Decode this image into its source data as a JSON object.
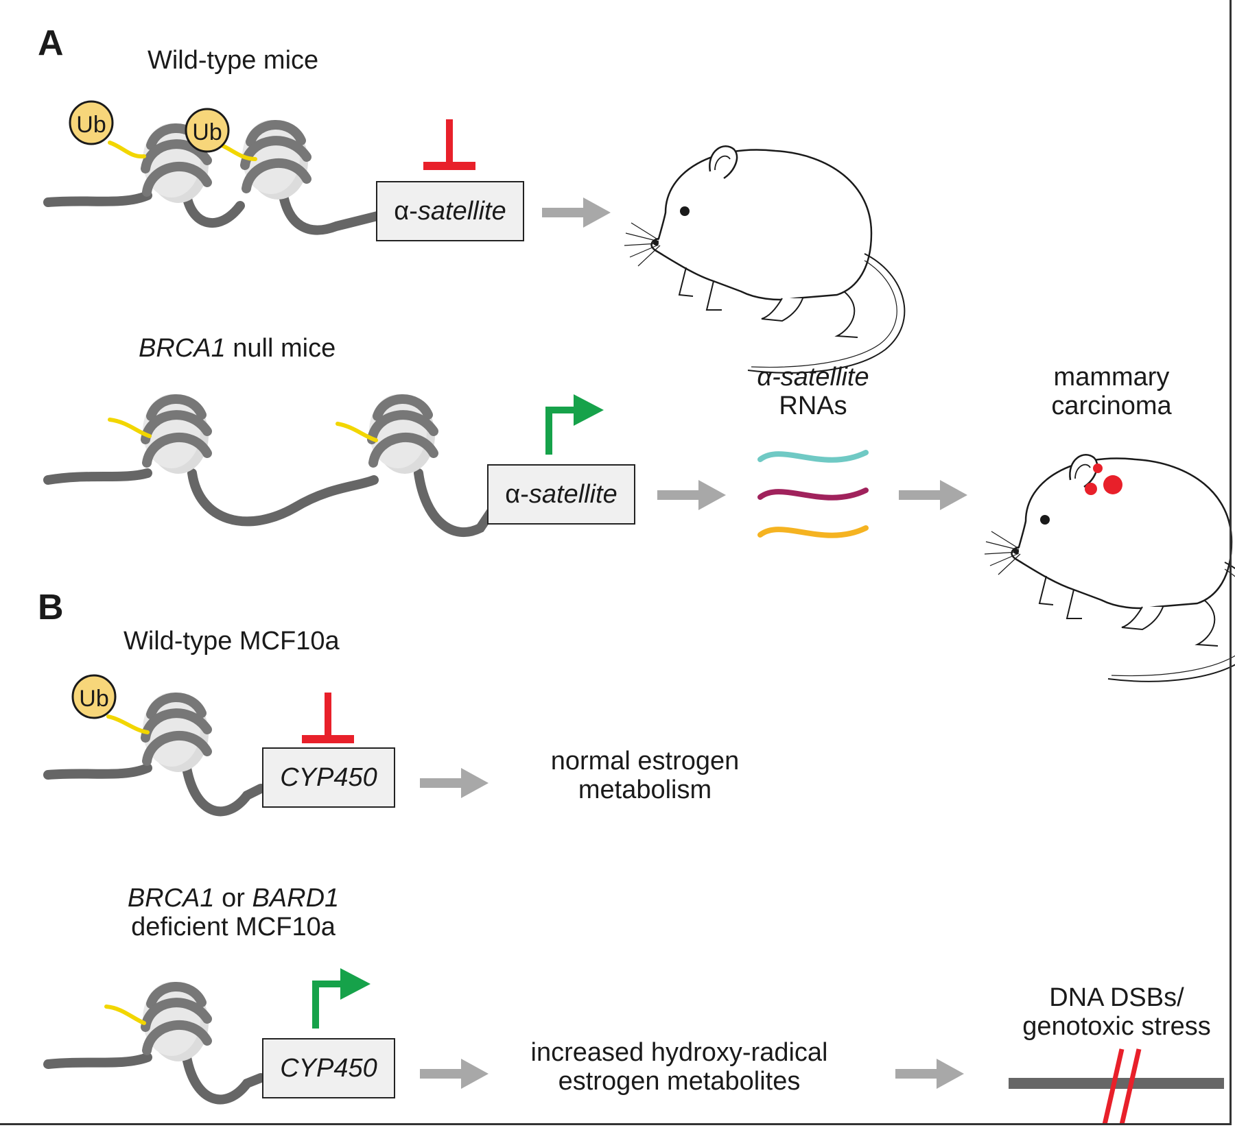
{
  "panels": {
    "a": {
      "label": "A",
      "wt_title": "Wild-type mice",
      "ko_title_gene": "BRCA1",
      "ko_title_rest": " null mice",
      "gene_prefix": "α-",
      "gene_name": "satellite",
      "rna_label_gene": "α-satellite",
      "rna_label_rest": "RNAs",
      "outcome_line1": "mammary",
      "outcome_line2": "carcinoma",
      "ub": "Ub"
    },
    "b": {
      "label": "B",
      "wt_title": "Wild-type MCF10a",
      "ko_gene1": "BRCA1",
      "ko_or": " or ",
      "ko_gene2": "BARD1",
      "ko_line2": "deficient MCF10a",
      "gene_name": "CYP450",
      "wt_outcome_line1": "normal estrogen",
      "wt_outcome_line2": "metabolism",
      "ko_outcome_line1": "increased hydroxy-radical",
      "ko_outcome_line2": "estrogen metabolites",
      "dsb_line1": "DNA DSBs/",
      "dsb_line2": "genotoxic stress",
      "ub": "Ub"
    }
  },
  "colors": {
    "repress": "#e8202a",
    "activate": "#16a24a",
    "ub_fill": "#f7d67a",
    "ub_tail": "#f2d600",
    "dna": "#666666",
    "arrow": "#a8a8a8",
    "rna": [
      "#6fc9c4",
      "#a0225c",
      "#f5b321"
    ],
    "tumor": "#e8202a"
  }
}
